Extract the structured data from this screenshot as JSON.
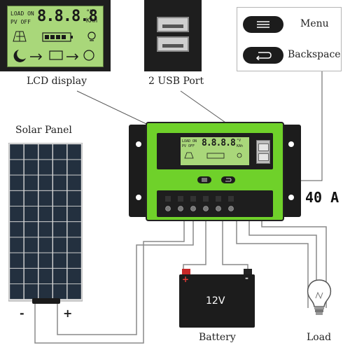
{
  "labels": {
    "lcd_display": "LCD display",
    "usb_port": "2 USB Port",
    "solar_panel": "Solar Panel",
    "battery": "Battery",
    "load": "Load",
    "current_rating": "40 A",
    "panel_minus": "-",
    "panel_plus": "+"
  },
  "legend": {
    "menu_label": "Menu",
    "backspace_label": "Backspace"
  },
  "lcd": {
    "load_on": "LOAD ON",
    "pv_off": "PV OFF",
    "digits": "8.8.8.8",
    "unit_v": "°V",
    "unit_kah": "KAh"
  },
  "battery": {
    "voltage": "12V",
    "plus": "+",
    "minus": "-"
  },
  "colors": {
    "controller_green": "#6fd12a",
    "lcd_green": "#a9d77a",
    "body_dark": "#1f1f1f",
    "wire": "#8a8a8a"
  }
}
